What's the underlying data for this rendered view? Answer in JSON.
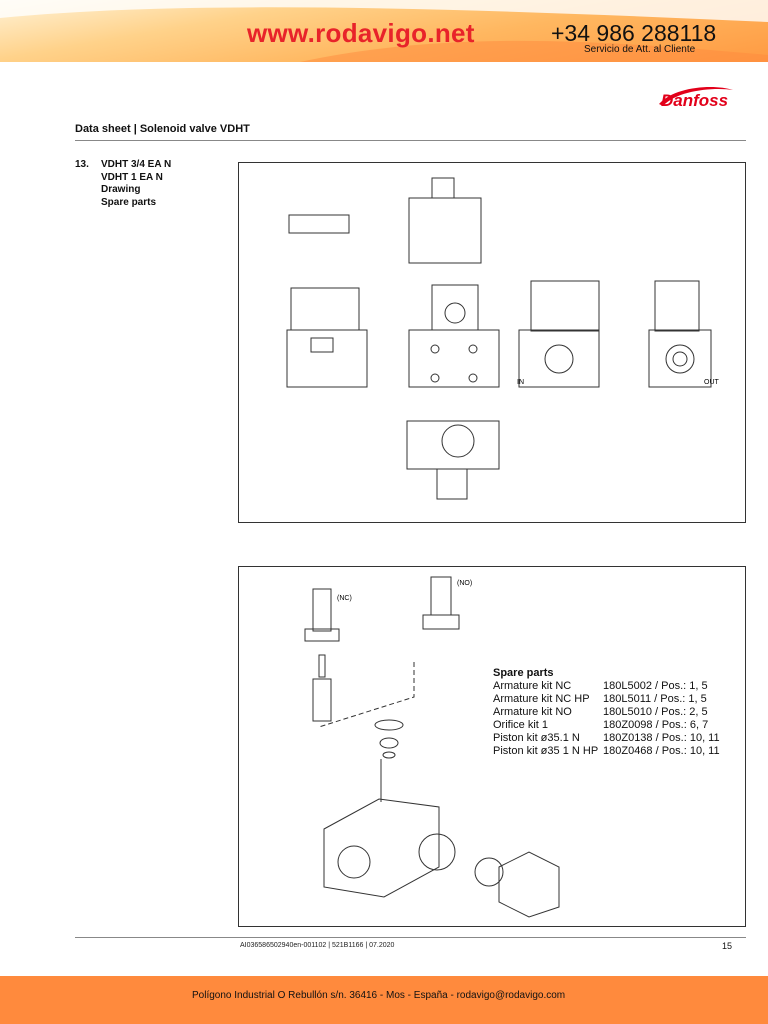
{
  "banner": {
    "website": "www.rodavigo.net",
    "phone": "+34 986 288118",
    "service": "Servicio de Att. al Cliente"
  },
  "logo": {
    "brand": "Danfoss",
    "color": "#e2001a"
  },
  "header": {
    "title": "Data sheet | Solenoid valve VDHT"
  },
  "section": {
    "number": "13.",
    "lines": [
      "VDHT 3/4 EA N",
      "VDHT 1 EA N",
      "Drawing",
      "Spare parts"
    ]
  },
  "drawing": {
    "labels": {
      "in": "IN",
      "out": "OUT",
      "nc": "(NC)",
      "no": "(NO)"
    }
  },
  "spare_parts": {
    "heading": "Spare parts",
    "items": [
      {
        "name": "Armature kit NC",
        "code": "180L5002 / Pos.: 1, 5"
      },
      {
        "name": "Armature kit NC HP",
        "code": "180L5011 / Pos.: 1, 5"
      },
      {
        "name": "Armature kit NO",
        "code": "180L5010 / Pos.: 2, 5"
      },
      {
        "name": "Orifice kit 1",
        "code": "180Z0098 / Pos.: 6, 7"
      },
      {
        "name": "Piston kit ø35.1 N",
        "code": "180Z0138 / Pos.: 10, 11"
      },
      {
        "name": "Piston kit ø35 1 N HP",
        "code": "180Z0468 / Pos.: 10, 11"
      }
    ]
  },
  "footer": {
    "doc_ref": "AI036586502940en-001102 | 521B1166 | 07.2020",
    "page": "15",
    "address": "Polígono Industrial O Rebullón s/n. 36416 - Mos - España - rodavigo@rodavigo.com"
  },
  "colors": {
    "banner_orange": "#ff8a3d",
    "url_red": "#e8232a"
  }
}
